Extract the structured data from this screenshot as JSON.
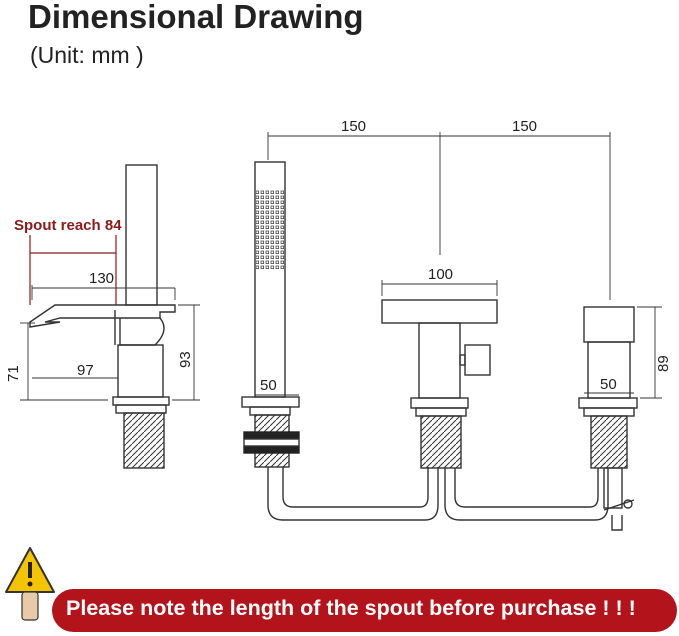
{
  "header": {
    "title": "Dimensional Drawing",
    "subtitle": "(Unit: mm )"
  },
  "dimensions": {
    "spout_reach": "Spout reach 84",
    "left_total_width": "130",
    "left_base_width": "97",
    "left_spout_height": "71",
    "left_total_height": "93",
    "spacing_left": "150",
    "spacing_right": "150",
    "handshower_base": "50",
    "center_handle_width": "100",
    "right_base": "50",
    "right_height": "89"
  },
  "notice": {
    "text": "Please note the length of the spout before purchase ! ! !",
    "warning_icon": "warning-triangle-icon"
  },
  "colors": {
    "accent_red": "#b3141b",
    "label_red": "#8b1a1a",
    "warning_yellow": "#f5c400"
  }
}
